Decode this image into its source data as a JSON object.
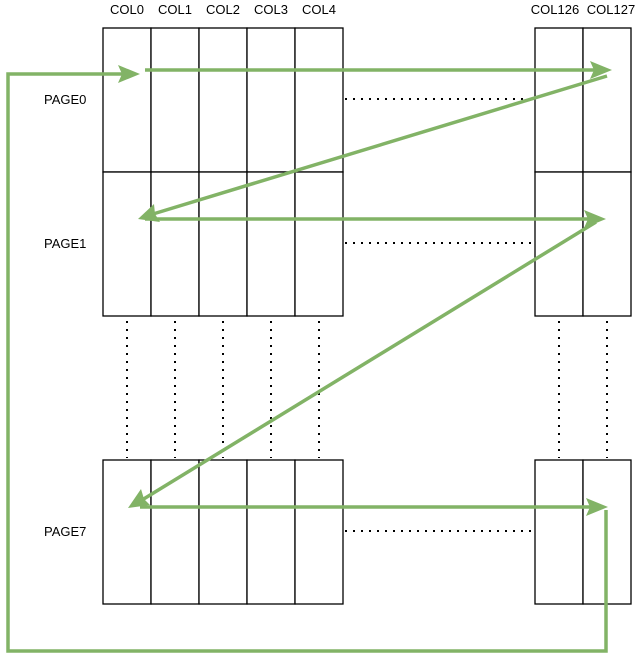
{
  "diagram": {
    "columns": [
      {
        "label": "COL0"
      },
      {
        "label": "COL1"
      },
      {
        "label": "COL2"
      },
      {
        "label": "COL3"
      },
      {
        "label": "COL4"
      },
      {
        "label": "COL126"
      },
      {
        "label": "COL127"
      }
    ],
    "pages": [
      {
        "label": "PAGE0"
      },
      {
        "label": "PAGE1"
      },
      {
        "label": "PAGE7"
      }
    ],
    "arrow_color": "#82b366"
  }
}
